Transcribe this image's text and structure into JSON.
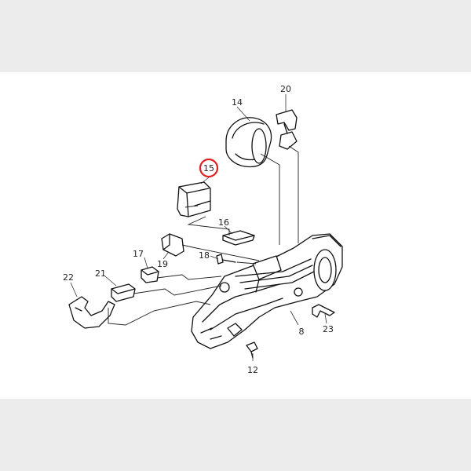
{
  "diagram": {
    "highlight_color": "#e02020",
    "callouts": [
      {
        "id": "c14",
        "text": "14"
      },
      {
        "id": "c20",
        "text": "20"
      },
      {
        "id": "c15",
        "text": "15",
        "highlighted": true
      },
      {
        "id": "c16",
        "text": "16"
      },
      {
        "id": "c17",
        "text": "17"
      },
      {
        "id": "c18",
        "text": "18"
      },
      {
        "id": "c19",
        "text": "19"
      },
      {
        "id": "c21",
        "text": "21"
      },
      {
        "id": "c22",
        "text": "22"
      },
      {
        "id": "c8",
        "text": "8"
      },
      {
        "id": "c23",
        "text": "23"
      },
      {
        "id": "c12",
        "text": "12"
      }
    ]
  }
}
